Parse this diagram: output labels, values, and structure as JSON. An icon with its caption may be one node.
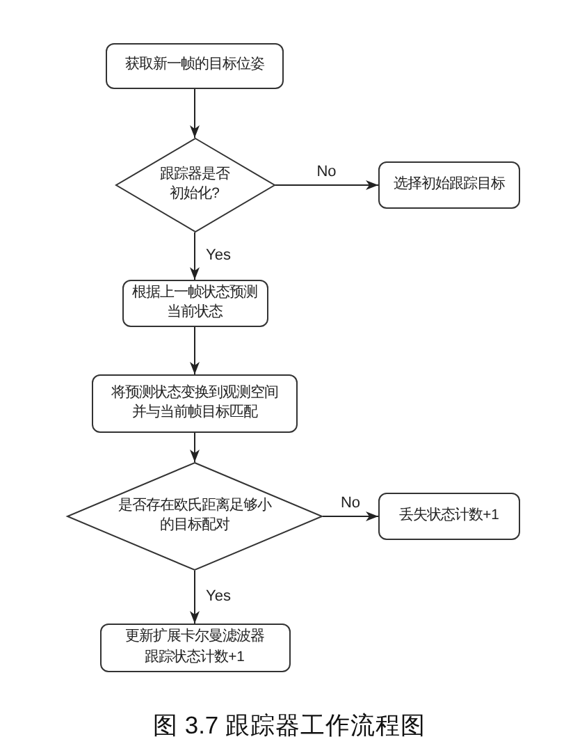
{
  "diagram": {
    "caption": "图 3.7 跟踪器工作流程图",
    "nodes": [
      {
        "text": [
          "获取新一帧的目标位姿"
        ]
      },
      {
        "text": [
          "跟踪器是否初始化?"
        ]
      },
      {
        "text": [
          "选择初始跟踪目标"
        ]
      },
      {
        "text": [
          "根据上一帧状态预测当前状态"
        ]
      },
      {
        "text": [
          "将预测状态变换到观测空间并与当前帧目标匹配"
        ]
      },
      {
        "text": [
          "是否存在欧氏距离足够小的目标配对"
        ]
      },
      {
        "text": [
          "丢失状态计数+1"
        ]
      },
      {
        "text": [
          "更新扩展卡尔曼滤波器跟踪状态计数+1"
        ]
      }
    ],
    "edges": [
      {
        "from": 0,
        "to": 1,
        "arrow": "to"
      },
      {
        "from": 1,
        "to": 2,
        "arrow": "to",
        "label": "No"
      },
      {
        "from": 1,
        "to": 3,
        "arrow": "to",
        "label": "Yes"
      },
      {
        "from": 3,
        "to": 4,
        "arrow": "to"
      },
      {
        "from": 4,
        "to": 5,
        "arrow": "to"
      },
      {
        "from": 5,
        "to": 6,
        "arrow": "to",
        "label": "No"
      },
      {
        "from": 5,
        "to": 7,
        "arrow": "to",
        "label": "Yes"
      }
    ]
  }
}
